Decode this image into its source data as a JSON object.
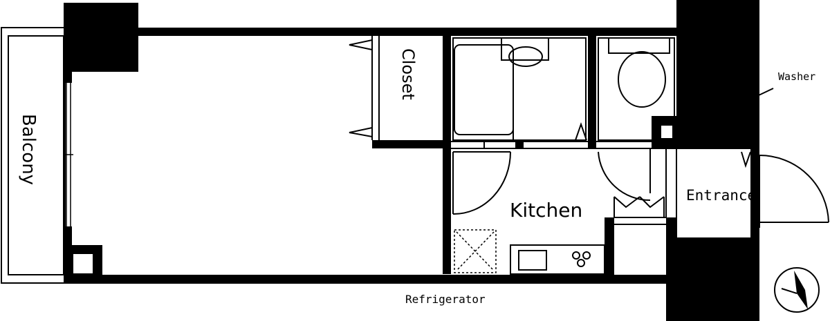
{
  "floorplan": {
    "rooms": {
      "balcony": "Balcony",
      "closet": "Closet",
      "kitchen": "Kitchen",
      "entrance": "Entrance"
    },
    "fixtures": {
      "washer": "Washer",
      "refrigerator": "Refrigerator"
    },
    "colors": {
      "wall": "#000000",
      "line": "#000000",
      "background": "#ffffff"
    },
    "icons": [
      "compass-icon",
      "washer-icon",
      "refrigerator-icon",
      "toilet-icon",
      "bathtub-icon",
      "stove-icon",
      "sink-icon"
    ]
  }
}
